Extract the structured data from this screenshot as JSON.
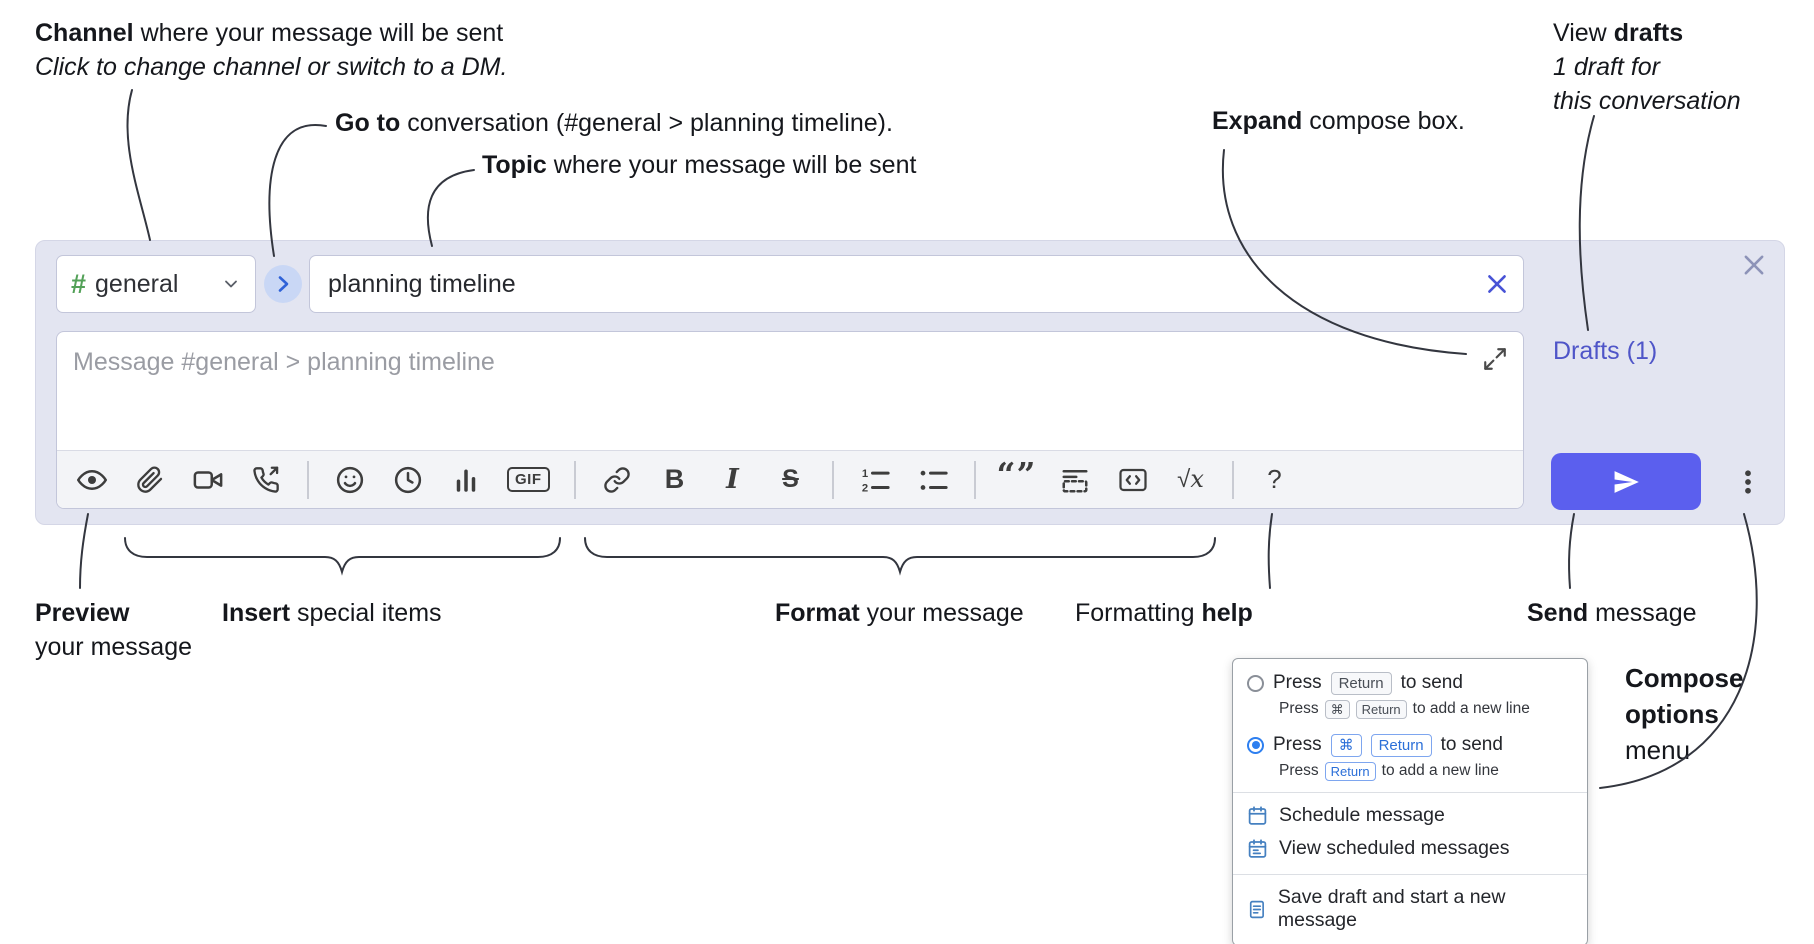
{
  "annotations": {
    "channel": {
      "bold": "Channel",
      "rest": " where your message will be sent",
      "sub": "Click to change channel or switch to a DM."
    },
    "goto": {
      "bold": "Go to",
      "rest": " conversation (#general > planning timeline)."
    },
    "topic": {
      "bold": "Topic",
      "rest": " where your message will be sent"
    },
    "expand": {
      "bold": "Expand",
      "rest": " compose box."
    },
    "drafts": {
      "pre": "View ",
      "bold": "drafts",
      "line2": "1 draft for",
      "line3": "this conversation"
    },
    "preview": {
      "bold": "Preview",
      "line2": "your message"
    },
    "insert": {
      "bold": "Insert",
      "rest": " special items"
    },
    "format": {
      "bold": "Format",
      "rest": " your message"
    },
    "help": {
      "pre": "Formatting ",
      "bold": "help"
    },
    "send": {
      "bold": "Send",
      "rest": " message"
    },
    "compose_options": {
      "line1": "Compose",
      "line2": "options",
      "line3": "menu"
    }
  },
  "compose": {
    "channel_hash": "#",
    "channel_name": "general",
    "topic_value": "planning timeline",
    "message_placeholder": "Message #general > planning timeline",
    "drafts_link": "Drafts (1)"
  },
  "toolbar": {
    "gif_label": "GIF",
    "bold_label": "B",
    "italic_label": "I",
    "strike_label": "S",
    "quote_glyph": "“”",
    "math_root": "√",
    "math_x": "x",
    "help_label": "?",
    "icons": [
      "preview-eye",
      "attachment-paperclip",
      "video-call",
      "voice-call",
      "emoji",
      "time",
      "poll",
      "gif",
      "link",
      "bold",
      "italic",
      "strikethrough",
      "numbered-list",
      "bulleted-list",
      "quote",
      "spoiler",
      "code",
      "math",
      "help"
    ]
  },
  "options_menu": {
    "option_return": {
      "press": "Press",
      "key_return": "Return",
      "tail": "to send",
      "sub_press": "Press",
      "sub_key_cmd": "⌘",
      "sub_key_return": "Return",
      "sub_tail": "to add a new line"
    },
    "option_cmd_return": {
      "press": "Press",
      "key_cmd": "⌘",
      "key_return": "Return",
      "tail": "to send",
      "sub_press": "Press",
      "sub_key_return": "Return",
      "sub_tail": "to add a new line"
    },
    "schedule": "Schedule message",
    "view_scheduled": "View scheduled messages",
    "save_draft": "Save draft and start a new message"
  },
  "colors": {
    "accent_blue": "#5b5fee",
    "channel_green": "#53a158",
    "drafts_link": "#4f55c8",
    "compose_bg": "#e3e5f1",
    "radio_selected": "#2d7ff0"
  }
}
